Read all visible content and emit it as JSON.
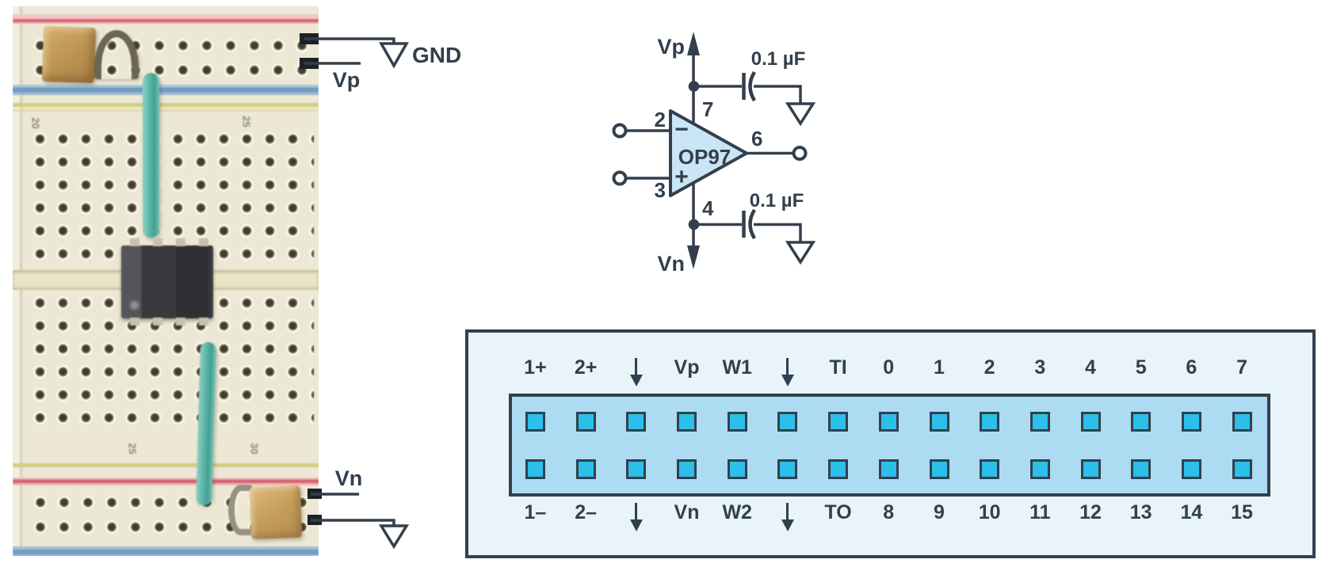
{
  "photo_annotations": {
    "gnd": "GND",
    "vp": "Vp",
    "vn": "Vn"
  },
  "board_markings": [
    "20",
    "25",
    "25",
    "30"
  ],
  "opamp_schematic": {
    "device": "OP97",
    "vp": "Vp",
    "vn": "Vn",
    "bypass_cap_top": "0.1 µF",
    "bypass_cap_bottom": "0.1 µF",
    "inverting_sign": "−",
    "noninverting_sign": "+",
    "pin_numbers": {
      "inverting_input": "2",
      "noninverting_input": "3",
      "output": "6",
      "v_plus": "7",
      "v_minus": "4"
    }
  },
  "connector": {
    "rows": 2,
    "columns": 15,
    "top_labels": [
      "1+",
      "2+",
      "↓",
      "Vp",
      "W1",
      "↓",
      "TI",
      "0",
      "1",
      "2",
      "3",
      "4",
      "5",
      "6",
      "7"
    ],
    "bottom_labels": [
      "1–",
      "2–",
      "↓",
      "Vn",
      "W2",
      "↓",
      "TO",
      "8",
      "9",
      "10",
      "11",
      "12",
      "13",
      "14",
      "15"
    ]
  },
  "colors": {
    "line_dark": "#333f4c",
    "opamp_fill": "#c9e5f6",
    "connector_outer_fill": "#e9f3fa",
    "connector_inner_fill": "#addbf2",
    "connector_pin_fill": "#2bbfe9",
    "breadboard_base": "#ece8d5",
    "rail_red": "#d96570",
    "rail_blue": "#6f9cc4",
    "jumper_teal": "#57b7a6",
    "capacitor_tan": "#c49a56"
  }
}
